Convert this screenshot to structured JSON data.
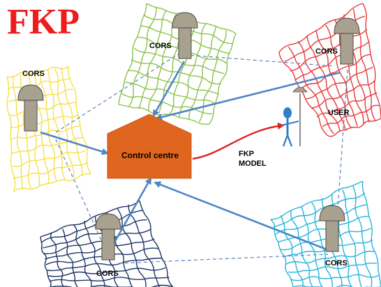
{
  "title": "FKP",
  "colors": {
    "title": "#ee1c1c",
    "control_centre": "#e0661f",
    "arrow_blue": "#4f86c6",
    "arrow_red": "#e0201c",
    "dash_line": "#5b82b8",
    "antenna": "#a9a18f",
    "user_figure": "#2f7fc8",
    "net_yellow": "#f6e04a",
    "net_green": "#8bc34a",
    "net_red": "#e8383c",
    "net_navy": "#1e3566",
    "net_cyan": "#27b5dc"
  },
  "stations": [
    {
      "label": "CORS",
      "network_color": "yellow"
    },
    {
      "label": "CORS",
      "network_color": "green"
    },
    {
      "label": "CORS",
      "network_color": "red"
    },
    {
      "label": "CORS",
      "network_color": "navy"
    },
    {
      "label": "CORS",
      "network_color": "cyan"
    }
  ],
  "control_centre": {
    "label": "Control centre"
  },
  "model": {
    "line1": "FKP",
    "line2": "MODEL"
  },
  "user": {
    "label": "USER"
  }
}
